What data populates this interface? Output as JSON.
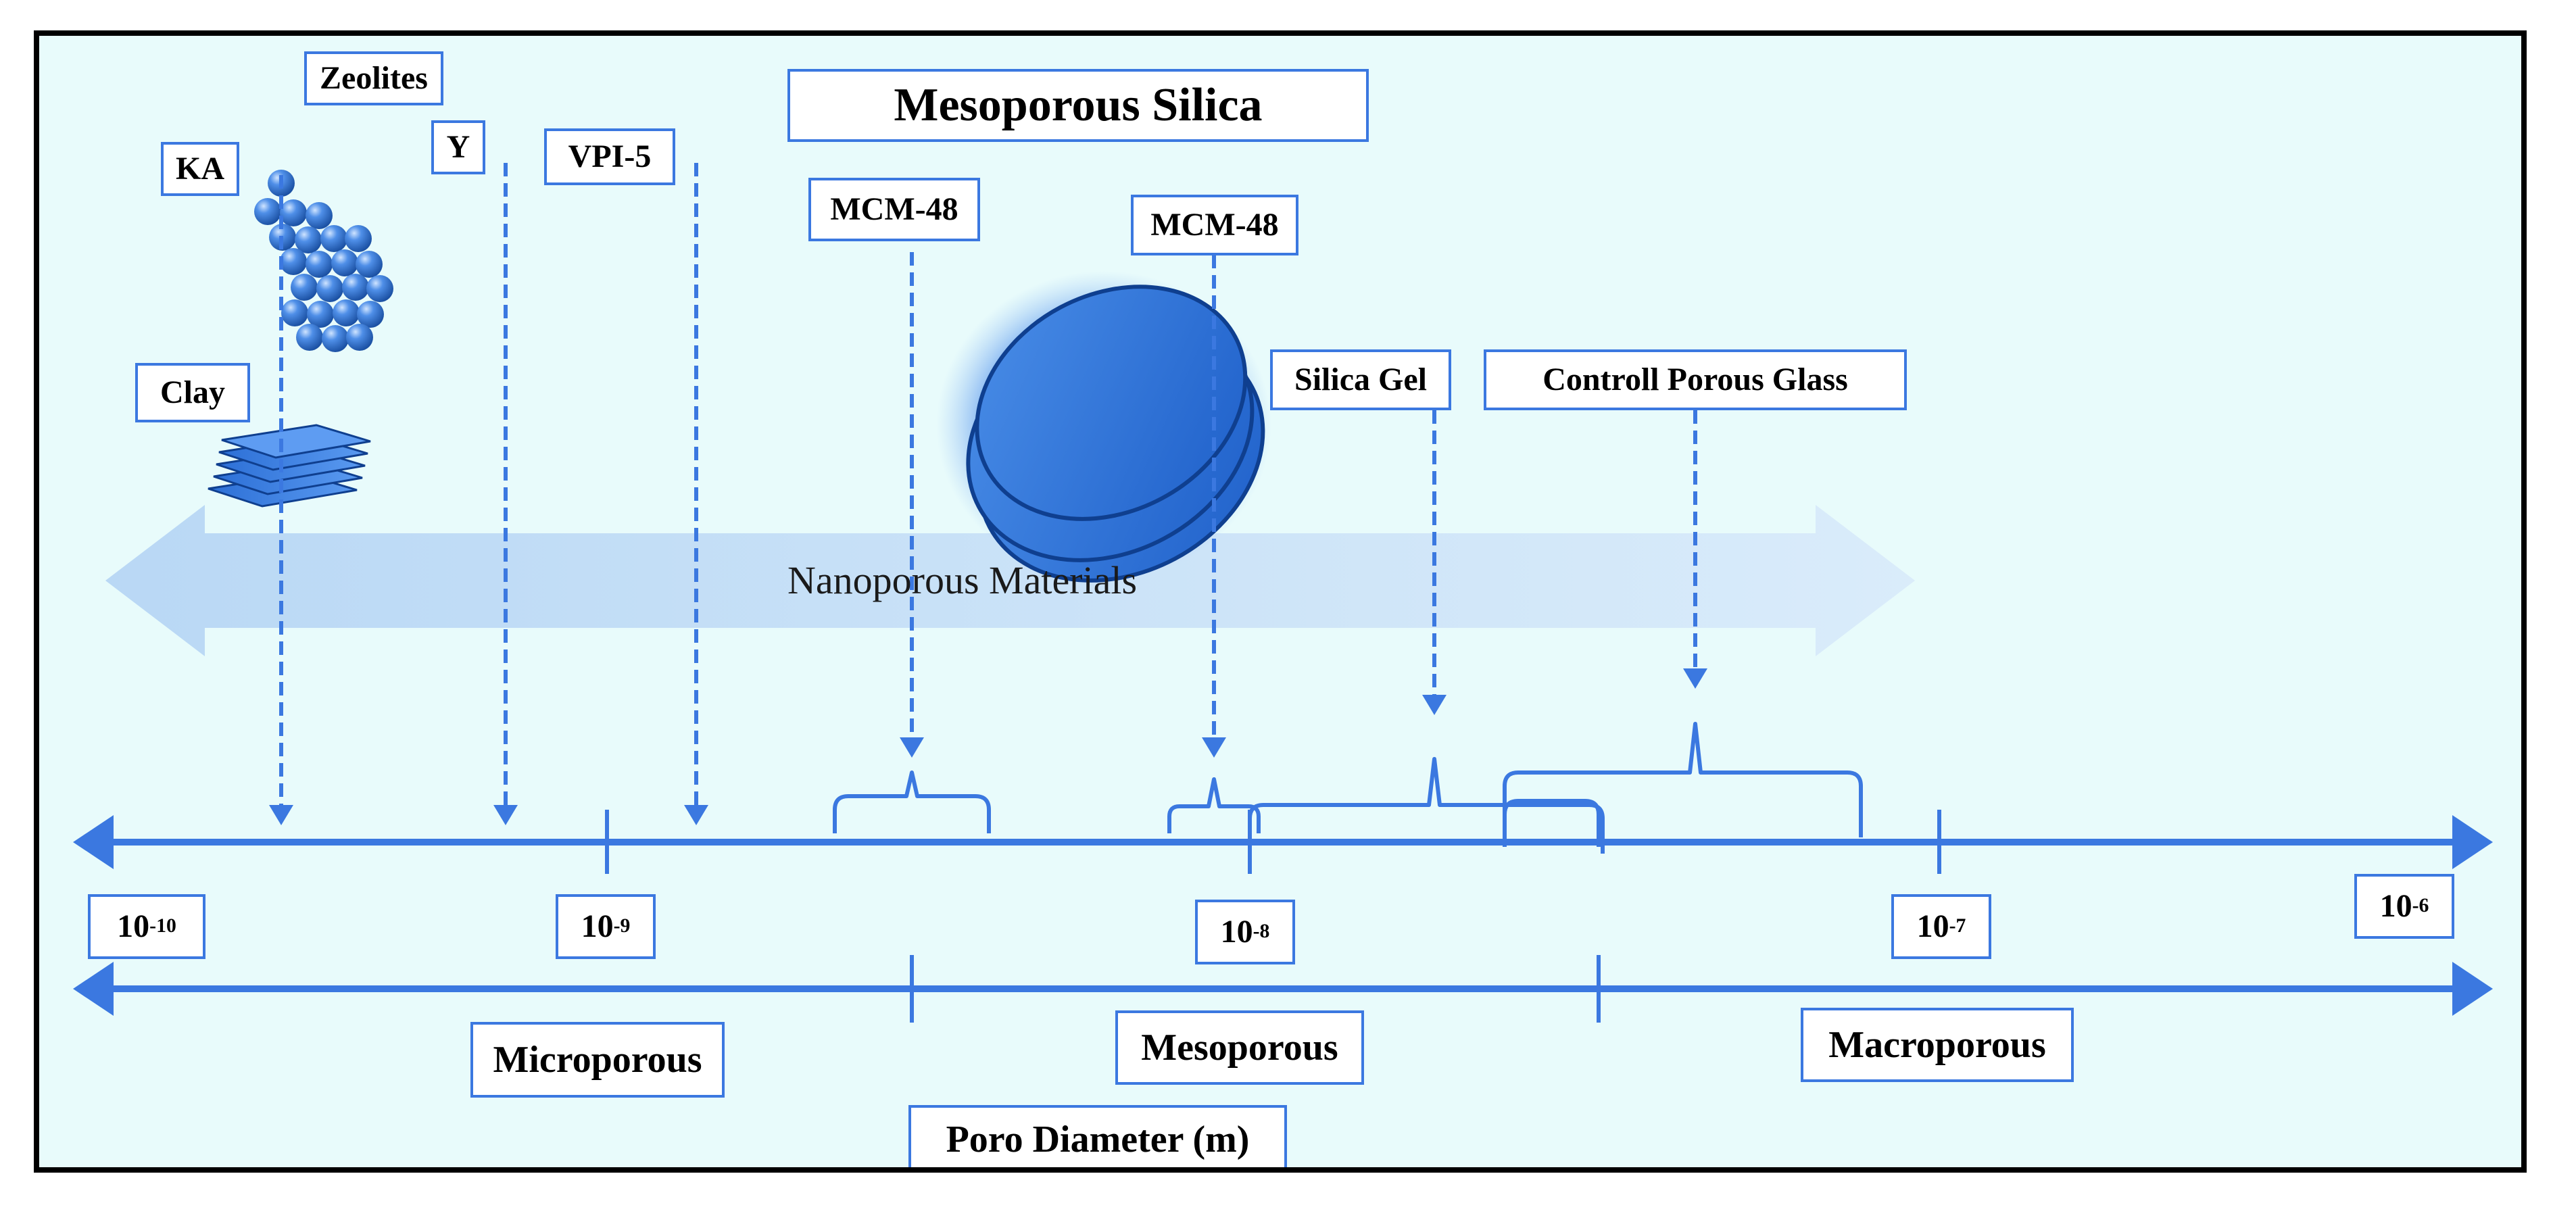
{
  "header": {
    "title": "Mesoporous Silica"
  },
  "materials": {
    "zeolites": "Zeolites",
    "ka": "KA",
    "y": "Y",
    "vpi5": "VPI-5",
    "clay": "Clay",
    "mcm48_a": "MCM-48",
    "mcm48_b": "MCM-48",
    "silica_gel": "Silica Gel",
    "controll_porous_glass": "Controll Porous Glass"
  },
  "band": {
    "label": "Nanoporous Materials"
  },
  "scale": {
    "ticks": [
      {
        "base": "10",
        "exp": "-10"
      },
      {
        "base": "10",
        "exp": "-9"
      },
      {
        "base": "10",
        "exp": "-8"
      },
      {
        "base": "10",
        "exp": "-7"
      },
      {
        "base": "10",
        "exp": "-6"
      }
    ]
  },
  "regions": {
    "micro": "Microporous",
    "meso": "Mesoporous",
    "macro": "Macroporous"
  },
  "axis": {
    "label": "Poro Diameter (m)"
  },
  "colors": {
    "accent": "#3b78e0",
    "background": "#e8fbfb",
    "frame": "#000000"
  },
  "icons": [
    "sphere-cluster-icon",
    "layered-sheets-icon",
    "mesoporous-particle-icon"
  ]
}
